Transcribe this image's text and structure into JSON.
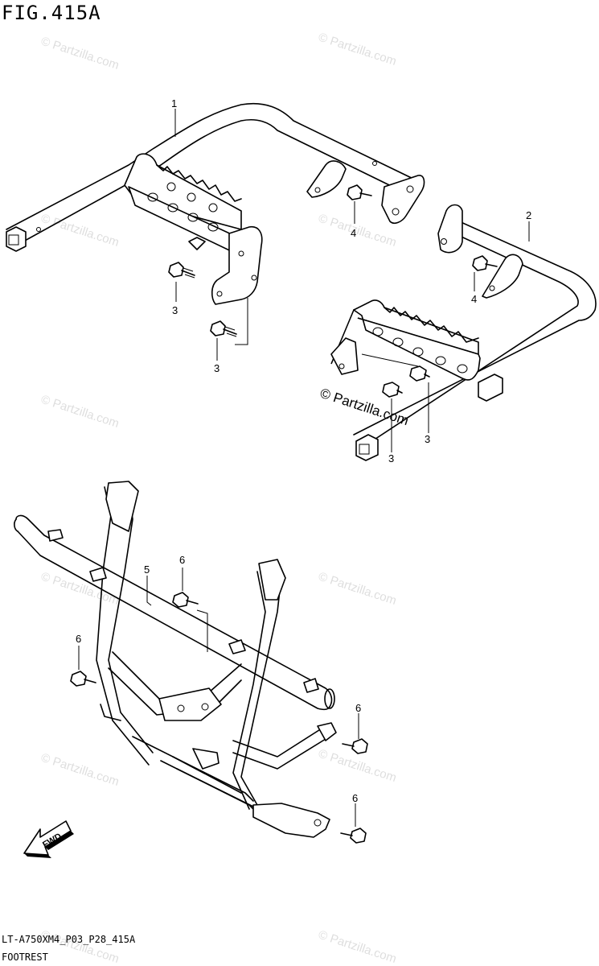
{
  "figure": {
    "title": "FIG.415A",
    "code": "LT-A750XM4_P03_P28_415A",
    "caption": "FOOTREST"
  },
  "callouts": {
    "c1": "1",
    "c2": "2",
    "c3a": "3",
    "c3b": "3",
    "c3c": "3",
    "c3d": "3",
    "c4a": "4",
    "c4b": "4",
    "c5": "5",
    "c6a": "6",
    "c6b": "6",
    "c6c": "6",
    "c6d": "6"
  },
  "fwd_arrow_label": "FWD",
  "watermark": {
    "text": "© Partzilla.com",
    "center_text": "© Partzilla.com"
  },
  "colors": {
    "line": "#000000",
    "background": "#ffffff"
  }
}
